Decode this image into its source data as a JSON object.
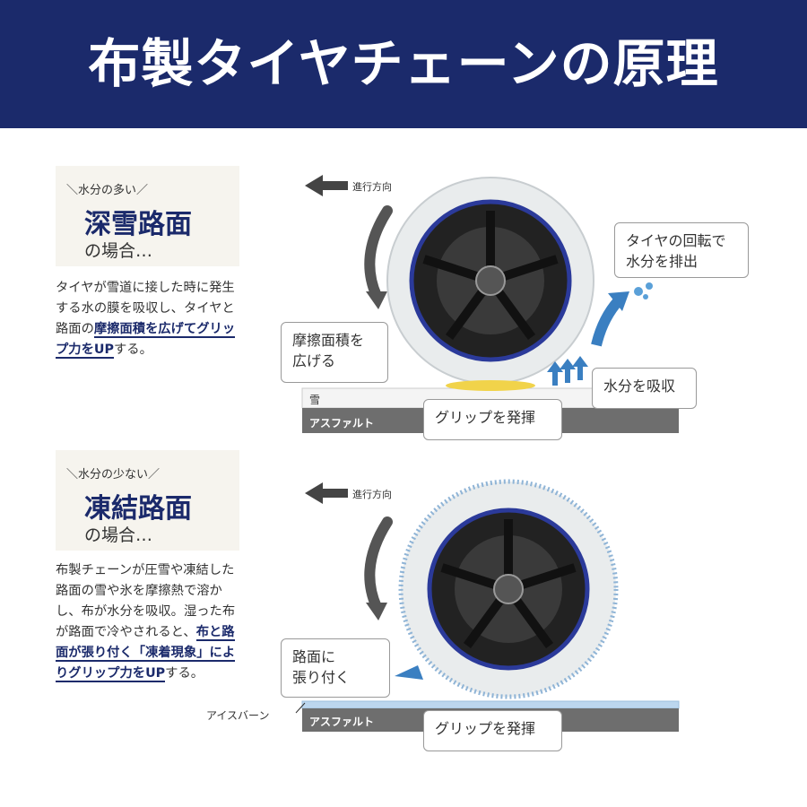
{
  "header": {
    "title": "布製タイヤチェーンの原理"
  },
  "deep_snow": {
    "kicker": "＼水分の多い／",
    "title": "深雪路面",
    "subtitle": "の場合…",
    "desc_1": "タイヤが雪道に接した時に発生する水の膜を吸収し、タイヤと路面の",
    "desc_hl": "摩擦面積を広げてグリップ力をUP",
    "desc_2": "する。",
    "direction": "進行方向",
    "callout_rotation": "タイヤの回転で\n水分を排出",
    "callout_friction": "摩擦面積を\n広げる",
    "callout_absorb": "水分を吸収",
    "callout_grip": "グリップを発揮",
    "road_snow": "雪",
    "road_asphalt": "アスファルト"
  },
  "icy": {
    "kicker": "＼水分の少ない／",
    "title": "凍結路面",
    "subtitle": "の場合…",
    "desc_1": "布製チェーンが圧雪や凍結した路面の雪や氷を摩擦熱で溶かし、布が水分を吸収。湿った布が路面で冷やされると、",
    "desc_hl": "布と路面が張り付く「凍着現象」によりグリップ力をUP",
    "desc_2": "する。",
    "direction": "進行方向",
    "callout_stick": "路面に\n張り付く",
    "callout_grip": "グリップを発揮",
    "road_ice": "アイスバーン",
    "road_asphalt": "アスファルト"
  },
  "colors": {
    "navy": "#1b2a6b",
    "arrow_blue": "#3a7fc1",
    "tire_sock": "#e9eced"
  }
}
